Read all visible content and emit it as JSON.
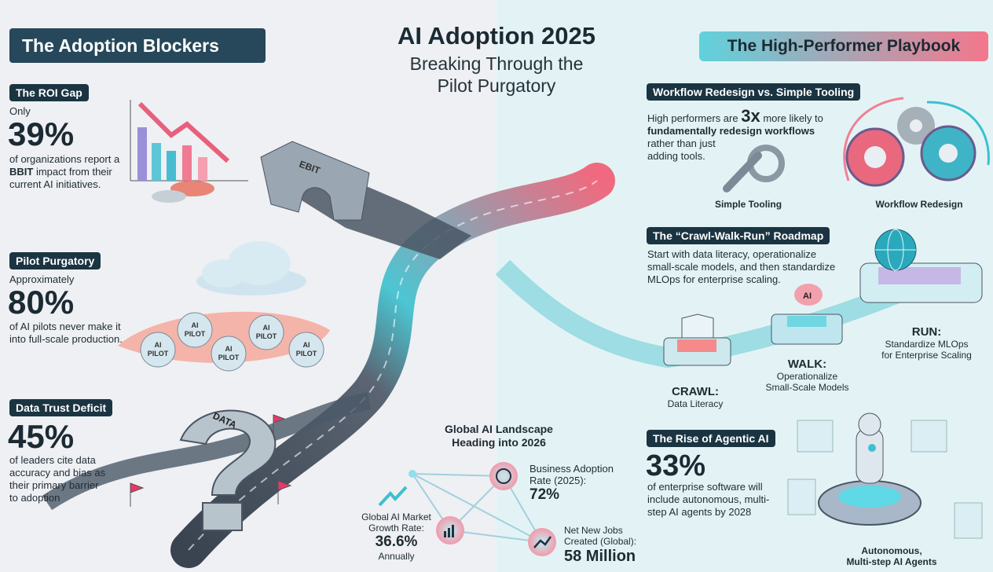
{
  "title": "AI Adoption 2025",
  "subtitle_line1": "Breaking Through the",
  "subtitle_line2": "Pilot Purgatory",
  "left": {
    "header": "The Adoption Blockers",
    "roi": {
      "badge": "The ROI Gap",
      "pre": "Only",
      "value": "39%",
      "text": "of organizations report a",
      "text_bold": "BBIT",
      "text2": " impact from their",
      "text3": "current AI initiatives.",
      "illustration_label": "EBIT"
    },
    "pilot": {
      "badge": "Pilot Purgatory",
      "pre": "Approximately",
      "value": "80%",
      "text1": "of AI pilots never make it",
      "text2": "into full-scale production.",
      "bubble_label_1": "AI",
      "bubble_label_2": "PILOT"
    },
    "data": {
      "badge": "Data Trust Deficit",
      "value": "45%",
      "text1": "of leaders cite data",
      "text2": "accuracy and bias as",
      "text3": "their primary barrier",
      "text4": "to adoption",
      "illustration_label": "DATA"
    }
  },
  "right": {
    "header": "The High-Performer Playbook",
    "workflow": {
      "badge": "Workflow Redesign vs. Simple Tooling",
      "pre": "High performers are ",
      "value": "3x",
      "post": " more likely to",
      "line2": "fundamentally redesign workflows",
      "line3": "rather than just",
      "line4": "adding tools.",
      "label_simple": "Simple Tooling",
      "label_redesign": "Workflow Redesign"
    },
    "roadmap": {
      "badge": "The “Crawl-Walk-Run” Roadmap",
      "line1": "Start with data literacy, operationalize",
      "line2": "small-scale models, and then standardize",
      "line3": "MLOps for enterprise scaling.",
      "crawl": {
        "title": "CRAWL:",
        "l1": "Data Literacy"
      },
      "walk": {
        "title": "WALK:",
        "l1": "Operationalize",
        "l2": "Small-Scale Models",
        "icon_label": "AI"
      },
      "run": {
        "title": "RUN:",
        "l1": "Standardize MLOps",
        "l2": "for Enterprise Scaling"
      }
    },
    "agentic": {
      "badge": "The Rise of Agentic AI",
      "value": "33%",
      "l1": "of enterprise software will",
      "l2": "include autonomous, multi-",
      "l3": "step AI agents by 2028",
      "label1": "Autonomous,",
      "label2": "Multi-step AI Agents"
    }
  },
  "landscape": {
    "title1": "Global AI Landscape",
    "title2": "Heading into 2026",
    "adoption": {
      "l1": "Business Adoption",
      "l2": "Rate (2025):",
      "value": "72%"
    },
    "market": {
      "l1": "Global AI Market",
      "l2": "Growth Rate:",
      "value": "36.6%",
      "l3": "Annually"
    },
    "jobs": {
      "l1": "Net New Jobs",
      "l2": "Created (Global):",
      "value": "58 Million"
    }
  },
  "colors": {
    "badge": "#1b3442",
    "pink": "#f0607a",
    "teal": "#3cc0cf",
    "left_bg": "#eef0f3",
    "right_bg": "#e3f3f5"
  }
}
